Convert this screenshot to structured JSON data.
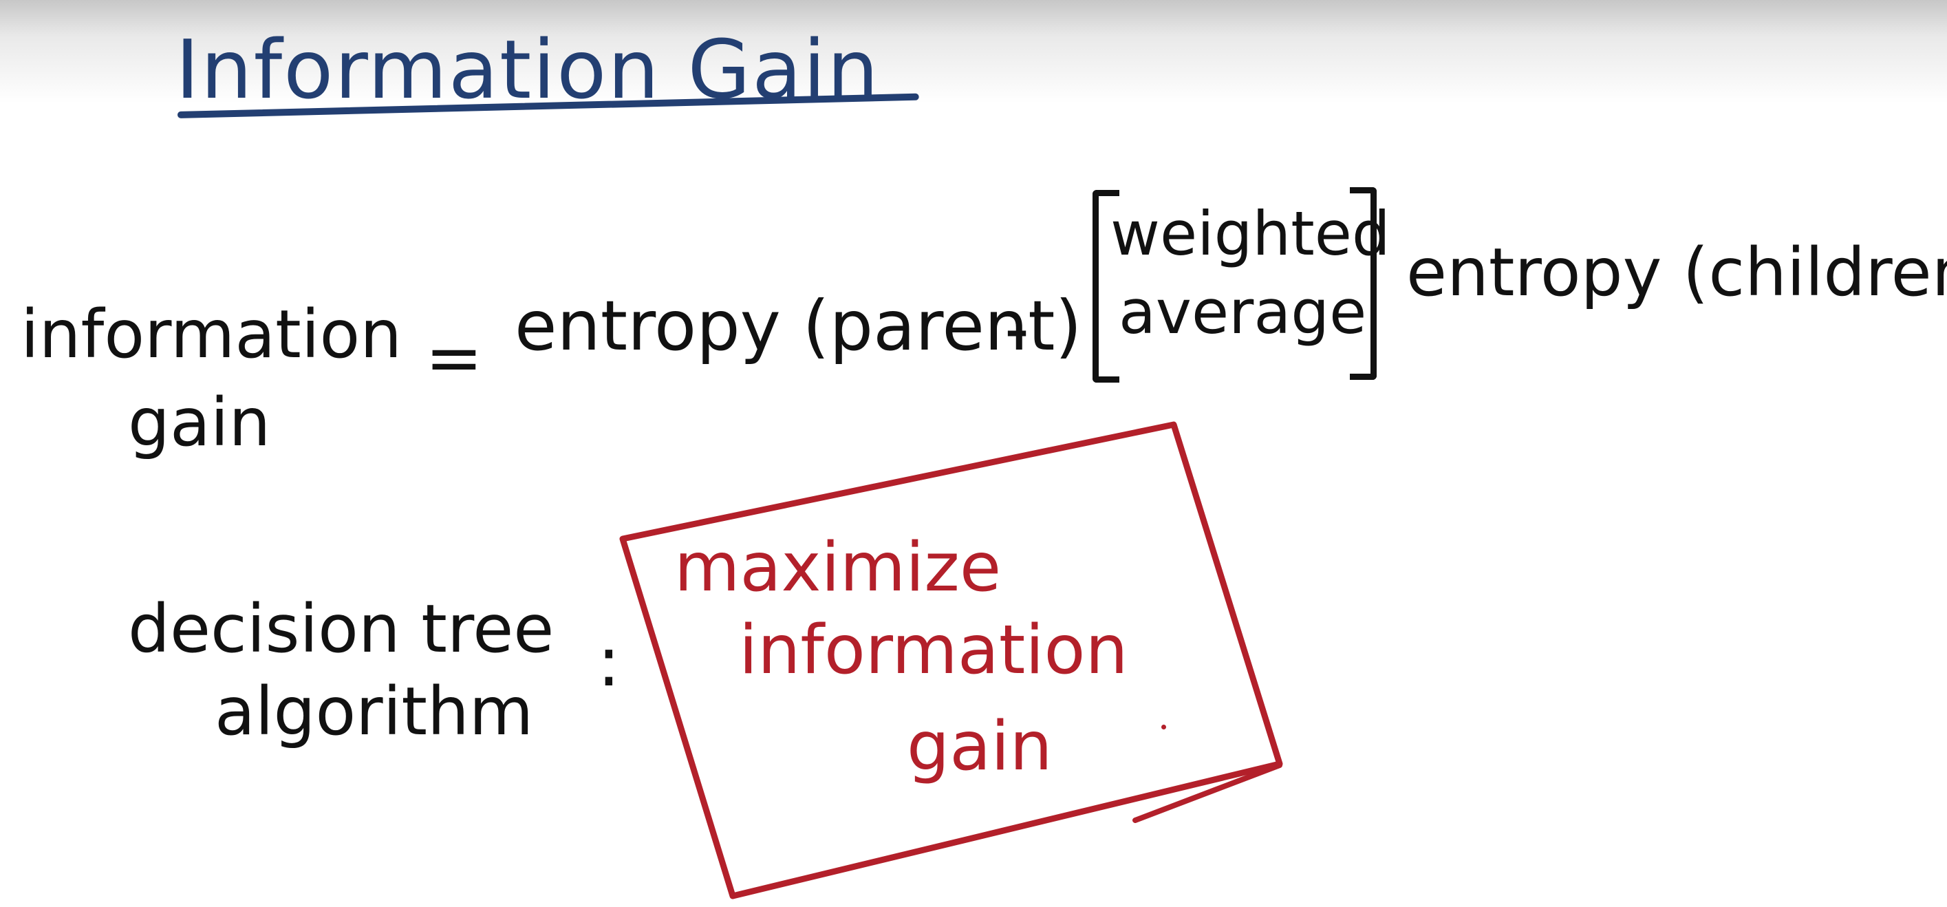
{
  "colors": {
    "title_ink": "#233f72",
    "black_ink": "#111111",
    "red_ink": "#b3202a"
  },
  "title": "Information Gain",
  "formula": {
    "lhs_line1": "information",
    "lhs_line2": "gain",
    "equals": "=",
    "parent_term": "entropy (parent)",
    "minus": "-",
    "bracket_line1": "weighted",
    "bracket_line2": "average",
    "children_term": "entropy (children)"
  },
  "decision_tree": {
    "label_line1": "decision tree",
    "label_line2": "algorithm",
    "colon": ":",
    "box_line1": "maximize",
    "box_line2": "information",
    "box_line3": "gain"
  }
}
